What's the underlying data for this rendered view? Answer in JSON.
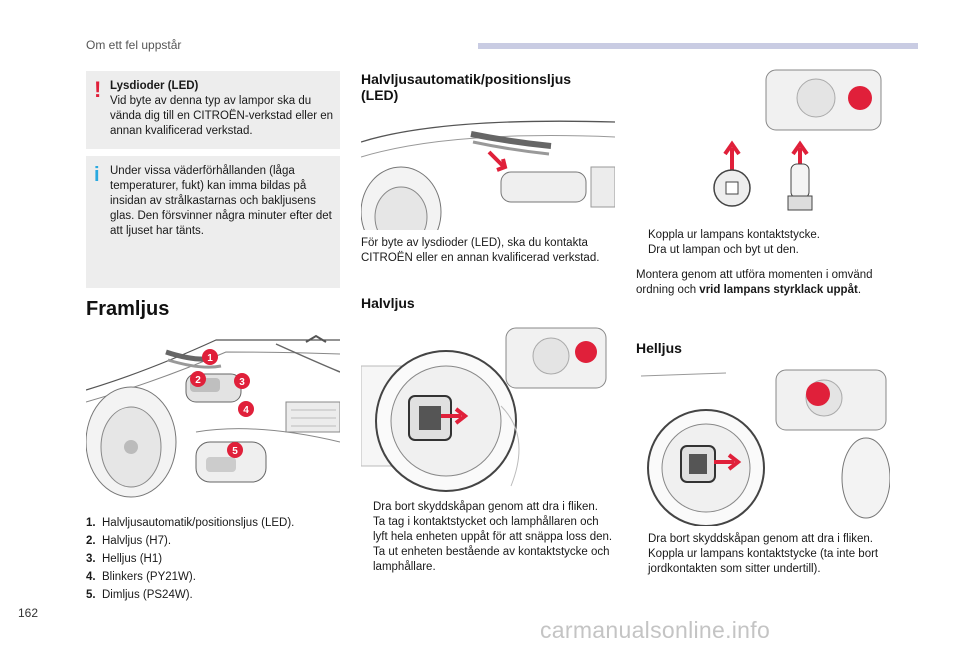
{
  "header": {
    "section_title": "Om ett fel uppstår"
  },
  "warning_box": {
    "title": "Lysdioder (LED)",
    "text": "Vid byte av denna typ av lampor ska du vända dig till en CITROËN-verkstad eller en annan kvalificerad verkstad."
  },
  "info_box": {
    "text": "Under vissa väderförhållanden (låga temperaturer, fukt) kan imma bildas på insidan av strålkastarnas och bakljusens glas. Den försvinner några minuter efter det att ljuset har tänts."
  },
  "framljus": {
    "title": "Framljus",
    "callouts": [
      "1",
      "2",
      "3",
      "4",
      "5"
    ],
    "list": [
      {
        "num": "1.",
        "text": "Halvljusautomatik/positionsljus (LED)."
      },
      {
        "num": "2.",
        "text": "Halvljus (H7)."
      },
      {
        "num": "3.",
        "text": "Helljus (H1)"
      },
      {
        "num": "4.",
        "text": "Blinkers (PY21W)."
      },
      {
        "num": "5.",
        "text": "Dimljus (PS24W)."
      }
    ]
  },
  "halvljusautomatik": {
    "title_line1": "Halvljusautomatik/positionsljus",
    "title_line2": "(LED)",
    "text": "För byte av lysdioder (LED), ska du kontakta CITROËN eller en annan kvalificerad verkstad."
  },
  "halvljus": {
    "title": "Halvljus",
    "steps": [
      "Dra bort skyddskåpan genom att dra i fliken.",
      "Ta tag i kontaktstycket och lamphållaren och lyft hela enheten uppåt för att snäppa loss den.",
      "Ta ut enheten bestående av kontaktstycke och lamphållare."
    ]
  },
  "right_top": {
    "steps": [
      "Koppla ur lampans kontaktstycke.",
      "Dra ut lampan och byt ut den."
    ],
    "text_before": "Montera genom att utföra momenten i omvänd ordning och ",
    "text_bold": "vrid lampans styrklack uppåt",
    "text_after": "."
  },
  "helljus": {
    "title": "Helljus",
    "steps": [
      "Dra bort skyddskåpan genom att dra i fliken.",
      "Koppla ur lampans kontaktstycke (ta inte bort jordkontakten som sitter undertill)."
    ]
  },
  "bullet_glyph": "",
  "page_number": "162",
  "watermark": "carmanualsonline.info",
  "colors": {
    "accent_red": "#e0203a",
    "info_blue": "#29a9e0",
    "header_bar": "#c9cce3"
  }
}
